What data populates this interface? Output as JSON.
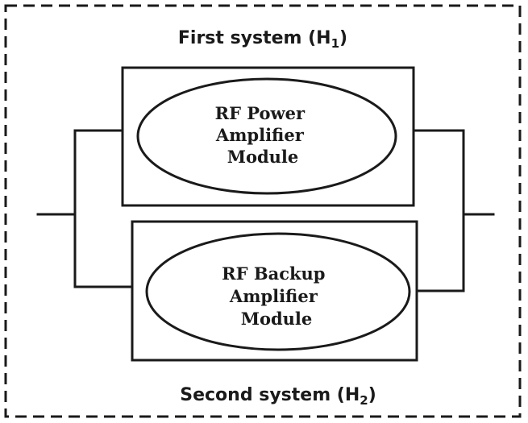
{
  "first_system": {
    "caption_prefix": "First system (H",
    "caption_subscript": "1",
    "caption_suffix": ")",
    "module_lines": [
      "RF Power",
      "Amplifier",
      "Module"
    ]
  },
  "second_system": {
    "caption_prefix": "Second system (H",
    "caption_subscript": "2",
    "caption_suffix": ")",
    "module_lines": [
      "RF Backup",
      "Amplifier",
      "Module"
    ]
  }
}
